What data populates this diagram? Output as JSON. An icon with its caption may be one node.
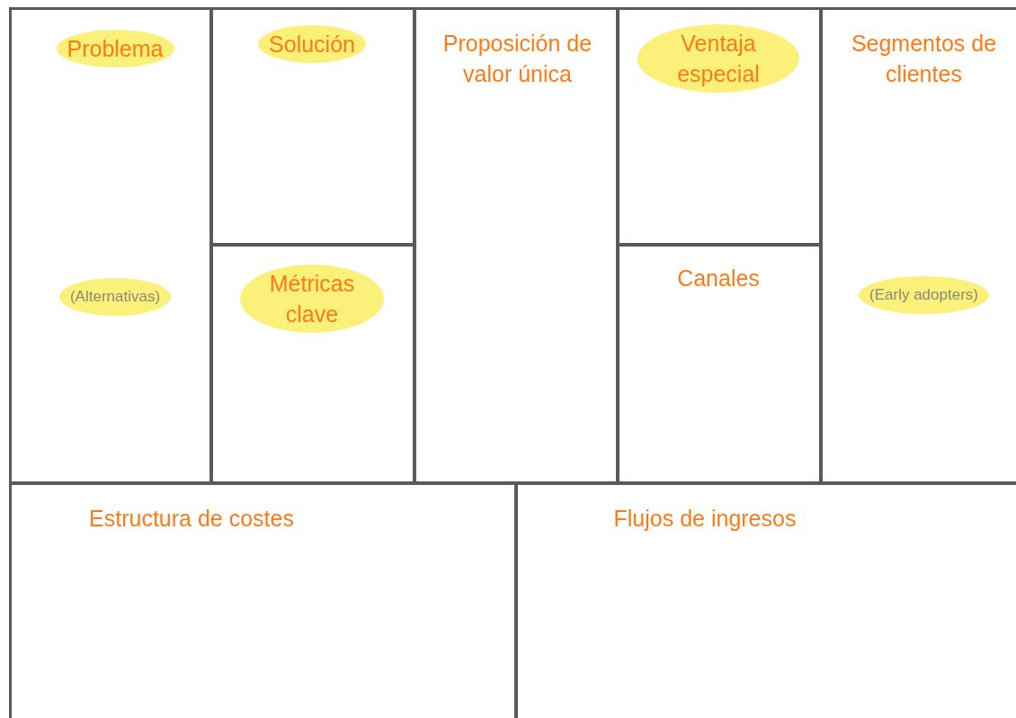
{
  "diagram": {
    "nodes": [
      {
        "text": [
          "Problema",
          "(Alternativas)"
        ]
      },
      {
        "text": [
          "Solución"
        ]
      },
      {
        "text": [
          "Métricas clave"
        ]
      },
      {
        "text": [
          "Proposición de valor única"
        ]
      },
      {
        "text": [
          "Ventaja especial"
        ]
      },
      {
        "text": [
          "Canales"
        ]
      },
      {
        "text": [
          "Segmentos de clientes",
          "(Early adopters)"
        ]
      },
      {
        "text": [
          "Estructura de costes"
        ]
      },
      {
        "text": [
          "Flujos de ingresos"
        ]
      }
    ]
  }
}
